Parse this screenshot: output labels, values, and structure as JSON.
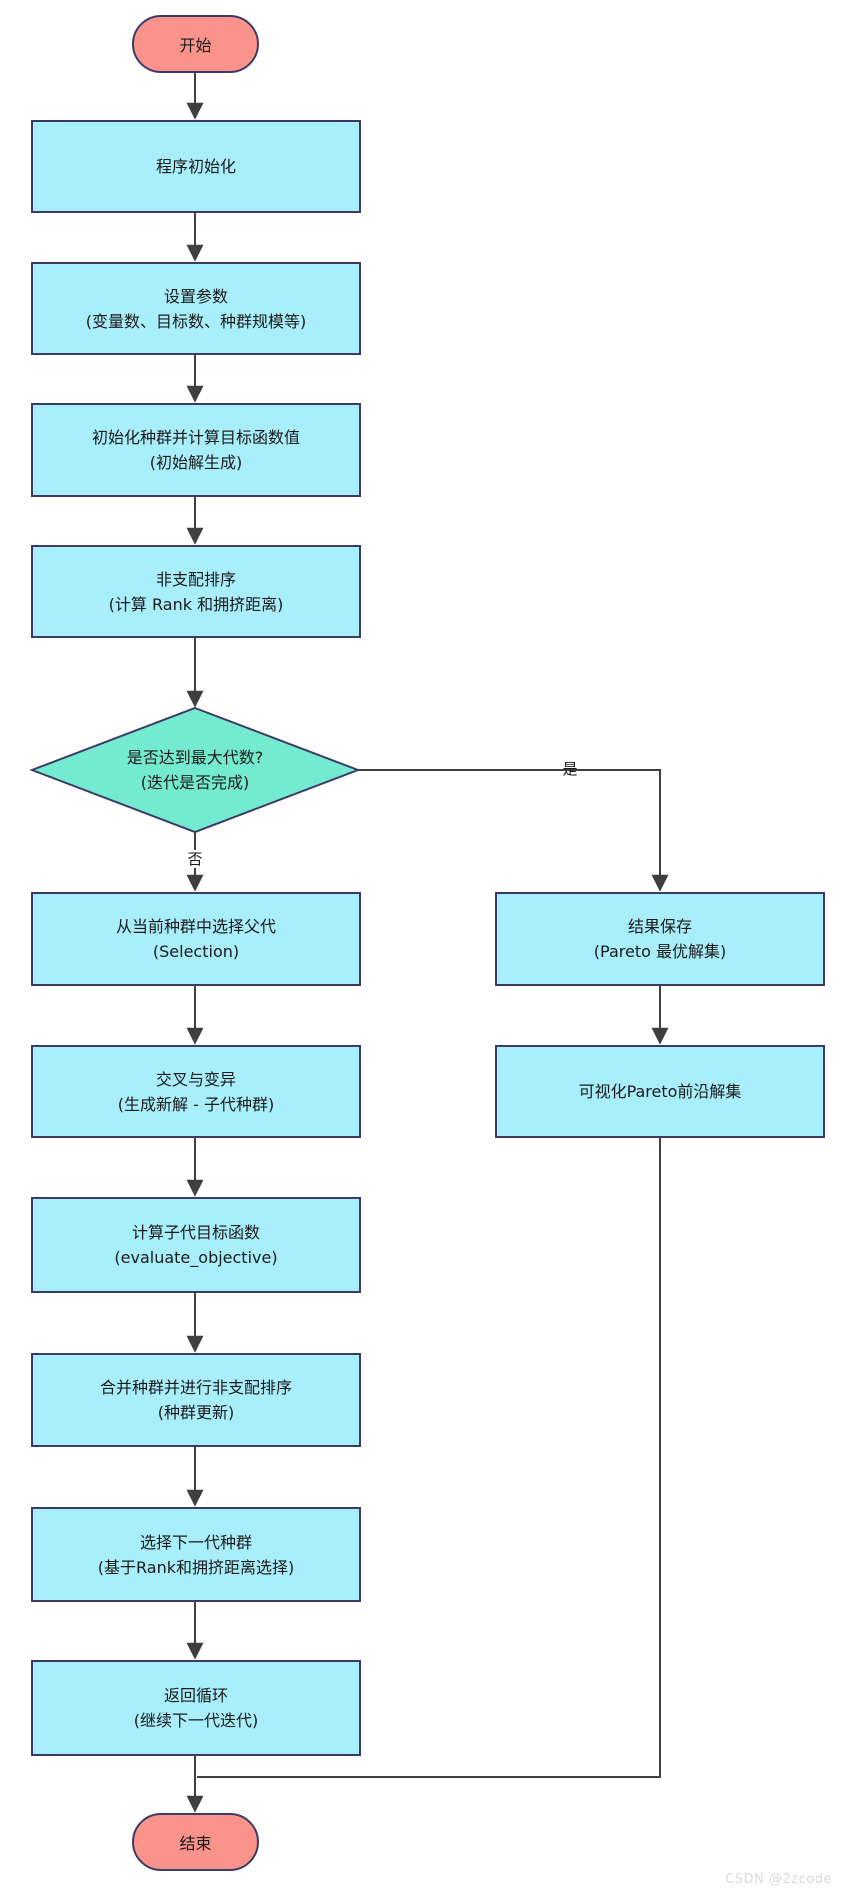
{
  "flowchart": {
    "nodes": {
      "start": "开始",
      "end": "结束",
      "p1": {
        "l1": "程序初始化"
      },
      "p2": {
        "l1": "设置参数",
        "l2": "(变量数、目标数、种群规模等)"
      },
      "p3": {
        "l1": "初始化种群并计算目标函数值",
        "l2": "(初始解生成)"
      },
      "p4": {
        "l1": "非支配排序",
        "l2": "(计算 Rank 和拥挤距离)"
      },
      "decision": {
        "l1": "是否达到最大代数?",
        "l2": "(迭代是否完成)"
      },
      "p5": {
        "l1": "从当前种群中选择父代",
        "l2": "(Selection)"
      },
      "p6": {
        "l1": "交叉与变异",
        "l2": "(生成新解 - 子代种群)"
      },
      "p7": {
        "l1": "计算子代目标函数",
        "l2": "(evaluate_objective)"
      },
      "p8": {
        "l1": "合并种群并进行非支配排序",
        "l2": "(种群更新)"
      },
      "p9": {
        "l1": "选择下一代种群",
        "l2": "(基于Rank和拥挤距离选择)"
      },
      "p10": {
        "l1": "返回循环",
        "l2": "(继续下一代迭代)"
      },
      "r1": {
        "l1": "结果保存",
        "l2": "(Pareto 最优解集)"
      },
      "r2": {
        "l1": "可视化Pareto前沿解集"
      }
    },
    "edge_labels": {
      "yes": "是",
      "no": "否"
    }
  },
  "watermark": "CSDN @2zcode",
  "colors": {
    "process-fill": "#A9EEFB",
    "decision-fill": "#74EBD1",
    "terminal-fill": "#F9938B",
    "node-border": "#3C3B66",
    "connector": "#3F3F3F",
    "watermark": "#D9D9D9"
  }
}
